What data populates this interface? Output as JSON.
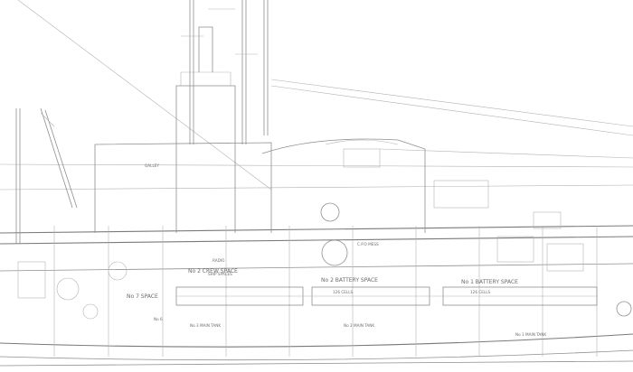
{
  "labels": {
    "battery_fwd": "No 2 BATTERY SPACE",
    "battery_aft": "No 1 BATTERY SPACE",
    "cells_fwd": "126 CELLS",
    "cells_aft": "126 CELLS",
    "crew_space": "No 2 CREW SPACE",
    "fuel_tank_mid": "No 3 MAIN TANK",
    "fuel_tank_fwd": "No 2 MAIN TANK",
    "fuel_tank_aft": "No 1 MAIN TANK",
    "cpo_mess": "C.P.O MESS",
    "galley": "GALLEY",
    "radio_room": "RADIO",
    "ship_spaces_note": "SHIP SPACES",
    "no6": "No 6",
    "no7_space": "No 7 SPACE"
  }
}
